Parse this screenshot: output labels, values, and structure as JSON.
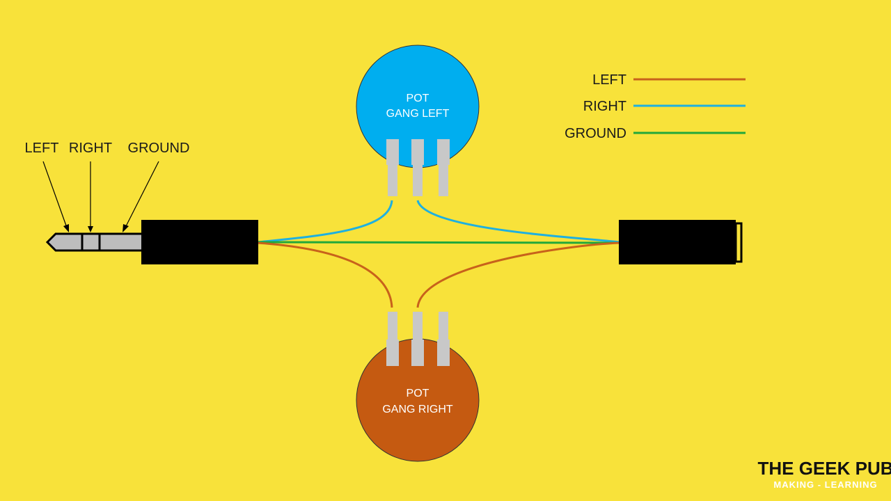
{
  "colors": {
    "background": "#f8e23a",
    "left": "#c8621b",
    "right": "#1eb0e0",
    "ground": "#22a83a",
    "pot_left_fill": "#00aeef",
    "pot_right_fill": "#c55a11",
    "pin": "#c8c8c8",
    "connector": "#000000"
  },
  "legend": [
    {
      "label": "LEFT",
      "color_key": "left"
    },
    {
      "label": "RIGHT",
      "color_key": "right"
    },
    {
      "label": "GROUND",
      "color_key": "ground"
    }
  ],
  "plug_labels": {
    "left": "LEFT",
    "right": "RIGHT",
    "ground": "GROUND"
  },
  "pot_left": {
    "line1": "POT",
    "line2": "GANG LEFT"
  },
  "pot_right": {
    "line1": "POT",
    "line2": "GANG RIGHT"
  },
  "brand": {
    "title": "THE GEEK PUB",
    "subtitle": "MAKING - LEARNING"
  }
}
